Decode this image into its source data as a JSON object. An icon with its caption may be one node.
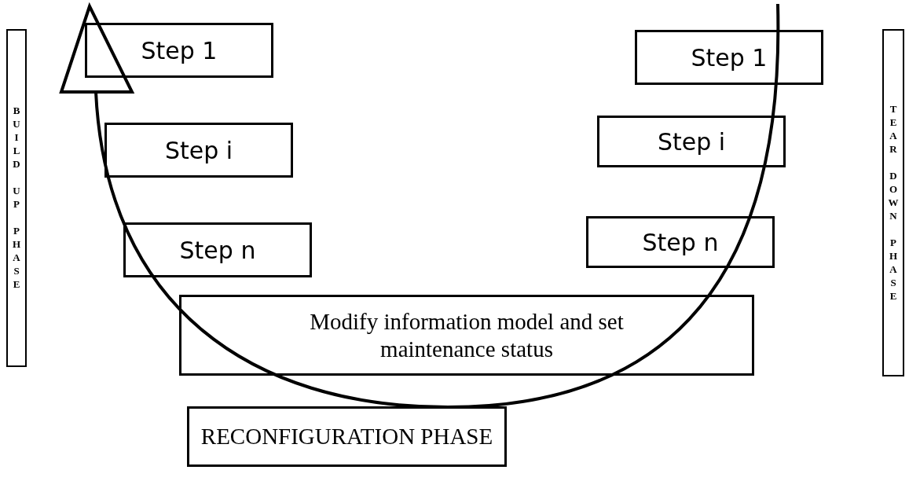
{
  "diagram": {
    "nodes": [
      {
        "text": [
          "BUILD UP PHASE"
        ]
      },
      {
        "text": [
          "Step 1"
        ]
      },
      {
        "text": [
          "Step i"
        ]
      },
      {
        "text": [
          "Step n"
        ]
      },
      {
        "text": [
          "Step 1"
        ]
      },
      {
        "text": [
          "Step i"
        ]
      },
      {
        "text": [
          "Step n"
        ]
      },
      {
        "text": [
          "TEAR DOWN PHASE"
        ]
      },
      {
        "text": [
          "Modify information model and set maintenance status"
        ]
      },
      {
        "text": [
          "RECONFIGURATION PHASE"
        ]
      }
    ]
  }
}
